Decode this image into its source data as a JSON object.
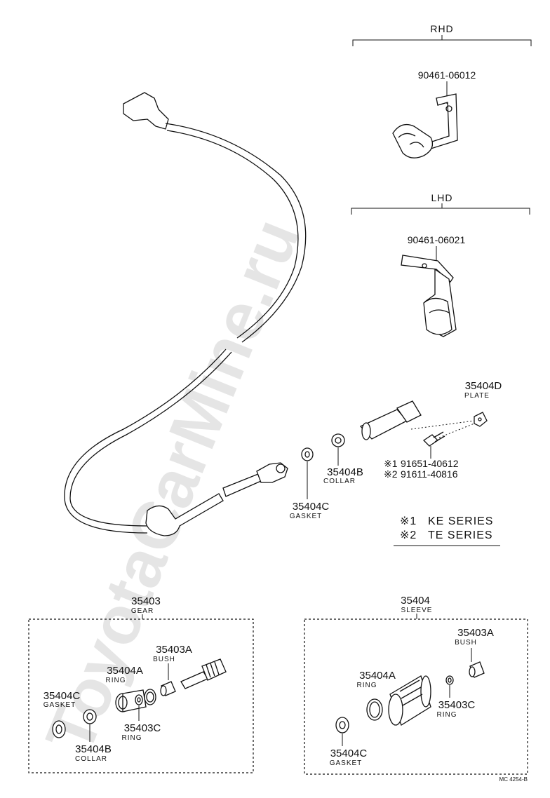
{
  "watermark": "ToyotaCarMine.ru",
  "sections": {
    "rhd": {
      "title": "RHD",
      "part": "90461-06012"
    },
    "lhd": {
      "title": "LHD",
      "part": "90461-06021"
    }
  },
  "parts": {
    "plate": {
      "number": "35404D",
      "name": "PLATE"
    },
    "collar": {
      "number": "35404B",
      "name": "COLLAR"
    },
    "gasket": {
      "number": "35404C",
      "name": "GASKET"
    },
    "bolt1": "91651-40612",
    "bolt2": "91611-40816",
    "mark1": "※1",
    "mark2": "※2"
  },
  "legend": {
    "line1_mark": "※1",
    "line1_text": "KE SERIES",
    "line2_mark": "※2",
    "line2_text": "TE SERIES"
  },
  "gear_box": {
    "number": "35403",
    "name": "GEAR",
    "bush": {
      "number": "35403A",
      "name": "BUSH"
    },
    "ring_a": {
      "number": "35404A",
      "name": "RING"
    },
    "gasket": {
      "number": "35404C",
      "name": "GASKET"
    },
    "ring_c": {
      "number": "35403C",
      "name": "RING"
    },
    "collar": {
      "number": "35404B",
      "name": "COLLAR"
    }
  },
  "sleeve_box": {
    "number": "35404",
    "name": "SLEEVE",
    "bush": {
      "number": "35403A",
      "name": "BUSH"
    },
    "ring_a": {
      "number": "35404A",
      "name": "RING"
    },
    "ring_c": {
      "number": "35403C",
      "name": "RING"
    },
    "gasket": {
      "number": "35404C",
      "name": "GASKET"
    }
  },
  "drawing_code": "MC 4254-B"
}
